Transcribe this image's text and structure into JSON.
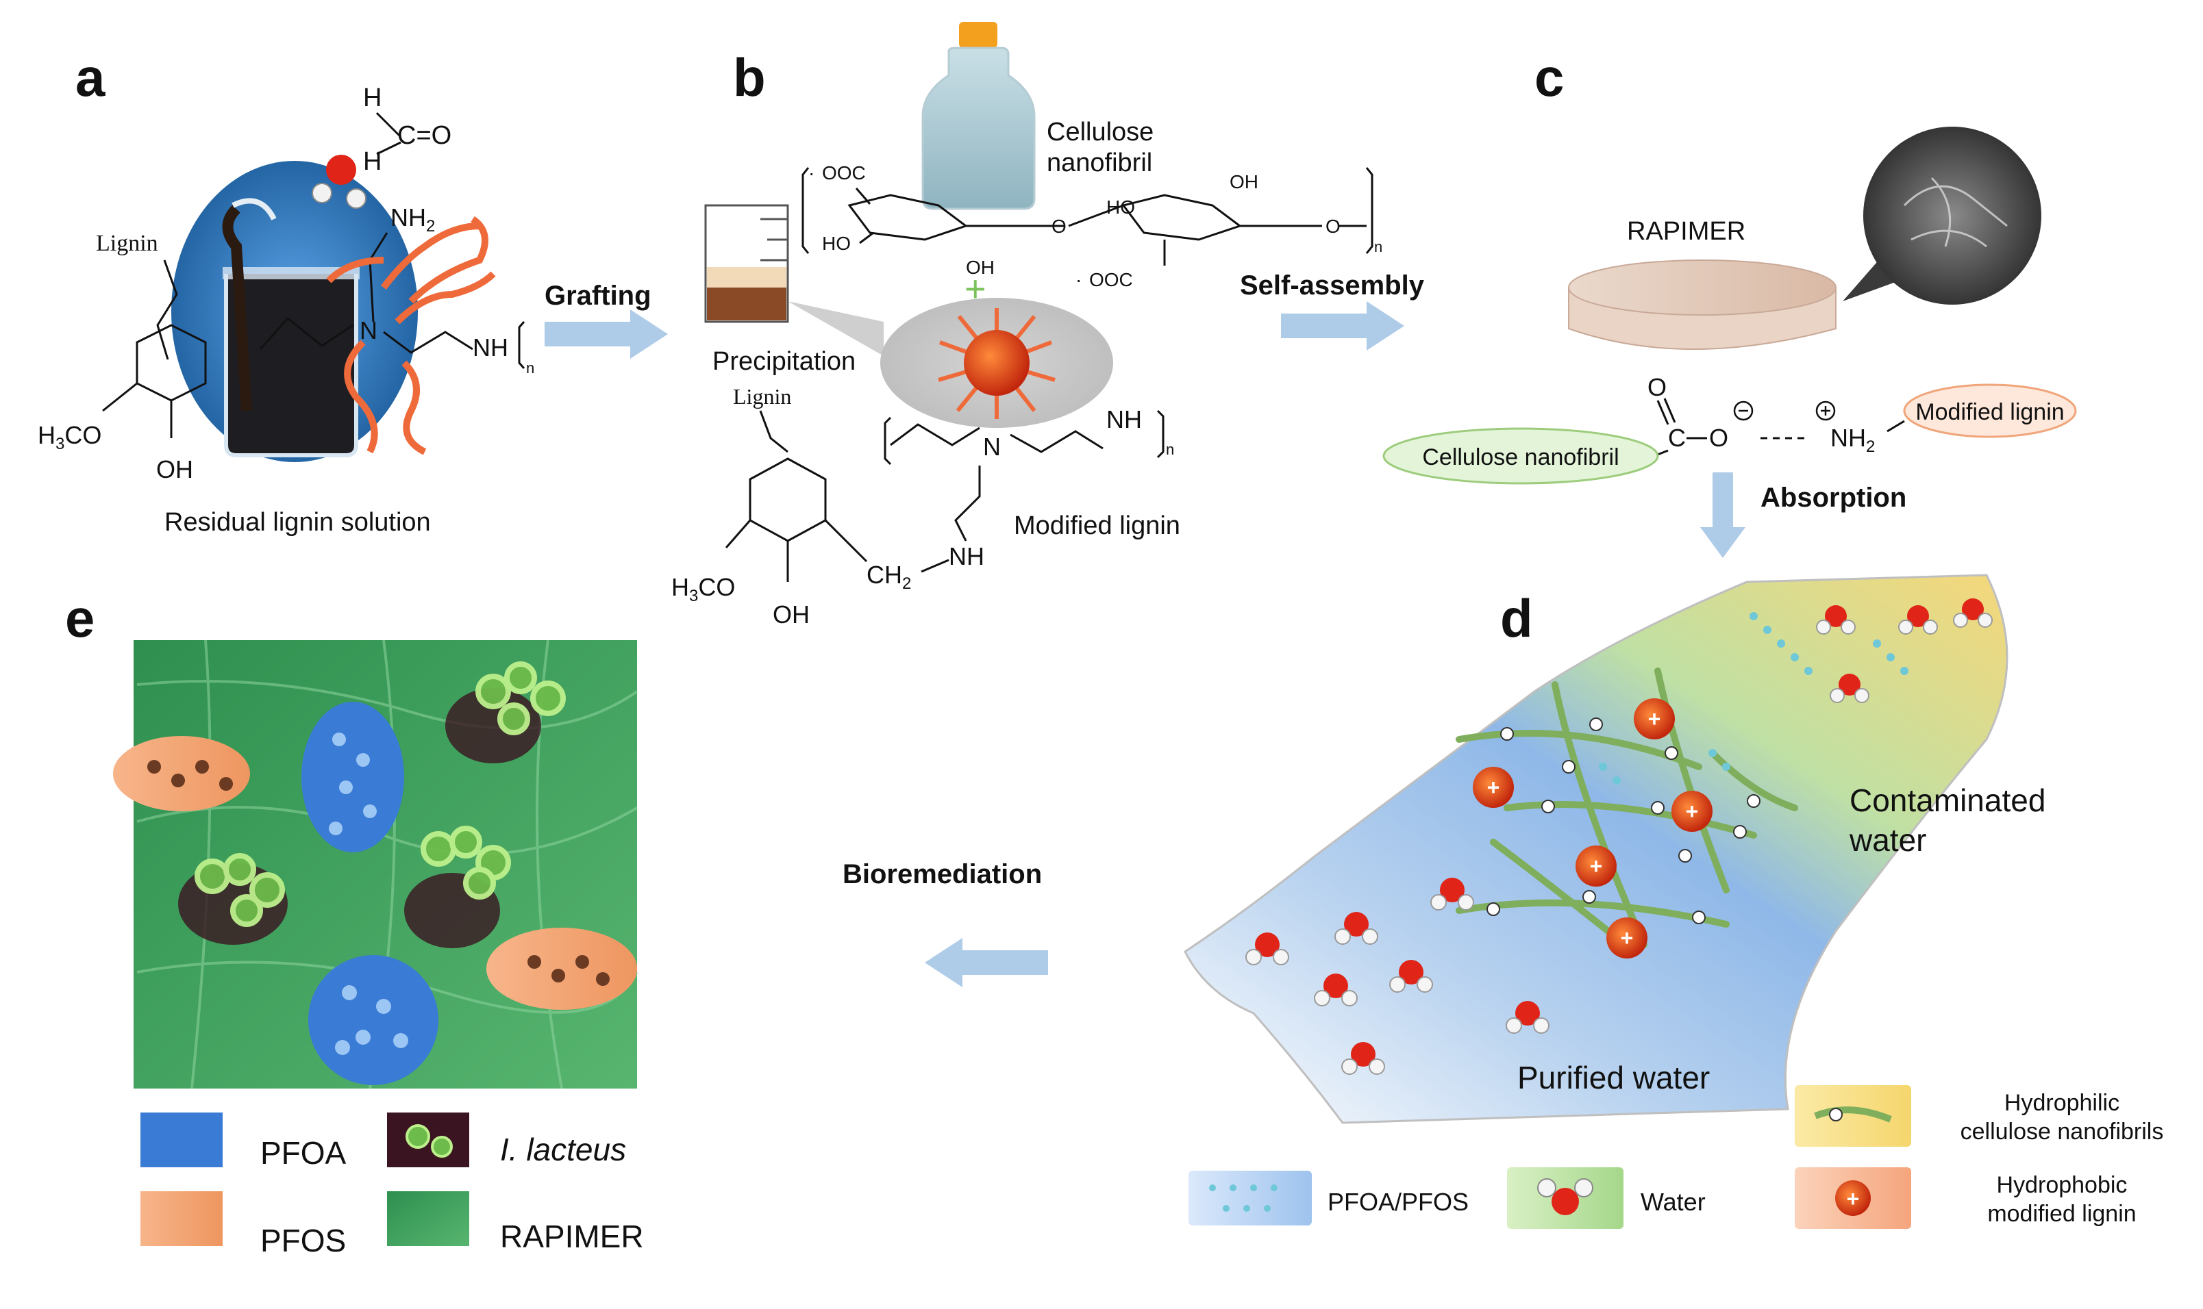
{
  "panels": {
    "a": {
      "letter": "a",
      "aldehyde_h1": "H",
      "aldehyde_h2": "H",
      "aldehyde_co": "C=O",
      "lignin": "Lignin",
      "nh2": "NH",
      "nh2_sub": "2",
      "n_atom": "N",
      "nh": "NH",
      "n_sub": "n",
      "h3co": "H",
      "h3co_sub": "3",
      "h3co_tail": "CO",
      "oh": "OH",
      "caption": "Residual lignin solution"
    },
    "b": {
      "letter": "b",
      "bottle_label_1": "Cellulose",
      "bottle_label_2": "nanofibril",
      "ooc_left": "OOC",
      "ho_1": "HO",
      "oh_1": "OH",
      "oh_2": "OH",
      "ho_2": "HO",
      "o_bridge": "O",
      "o_right": "O",
      "ooc_right": "OOC",
      "n_sub": "n",
      "precipitation": "Precipitation",
      "lignin": "Lignin",
      "n_atom": "N",
      "nh": "NH",
      "nh_link": "NH",
      "ch2": "CH",
      "ch2_sub": "2",
      "h3co": "H",
      "h3co_sub": "3",
      "h3co_tail": "CO",
      "oh": "OH",
      "modified_lignin": "Modified lignin"
    },
    "c": {
      "letter": "c",
      "rapimer": "RAPIMER",
      "o_top": "O",
      "c_atom": "C",
      "o_minus": "O",
      "nh2": "NH",
      "nh2_sub": "2",
      "cellulose_nanofibril": "Cellulose nanofibril",
      "modified_lignin": "Modified lignin"
    },
    "d": {
      "letter": "d",
      "contaminated_1": "Contaminated",
      "contaminated_2": "water",
      "purified": "Purified water"
    },
    "e": {
      "letter": "e"
    }
  },
  "arrows": {
    "grafting": "Grafting",
    "self_assembly": "Self-assembly",
    "absorption": "Absorption",
    "bioremediation": "Bioremediation"
  },
  "legend_d": {
    "pfoa_pfos": "PFOA/PFOS",
    "water": "Water",
    "hydrophilic_1": "Hydrophilic",
    "hydrophilic_2": "cellulose nanofibrils",
    "hydrophobic_1": "Hydrophobic",
    "hydrophobic_2": "modified lignin"
  },
  "legend_e": {
    "pfoa": "PFOA",
    "pfos": "PFOS",
    "lacteus": "I. lacteus",
    "rapimer": "RAPIMER"
  },
  "colors": {
    "arrow": "#aecbe8",
    "lignin_orange": "#ef6a3a",
    "cellulose_green": "#9ccc7c",
    "fungi_green": "#6dbb4a",
    "pfoa_blue": "#3a7bd5",
    "pfos_orange": "#f2a06b"
  }
}
